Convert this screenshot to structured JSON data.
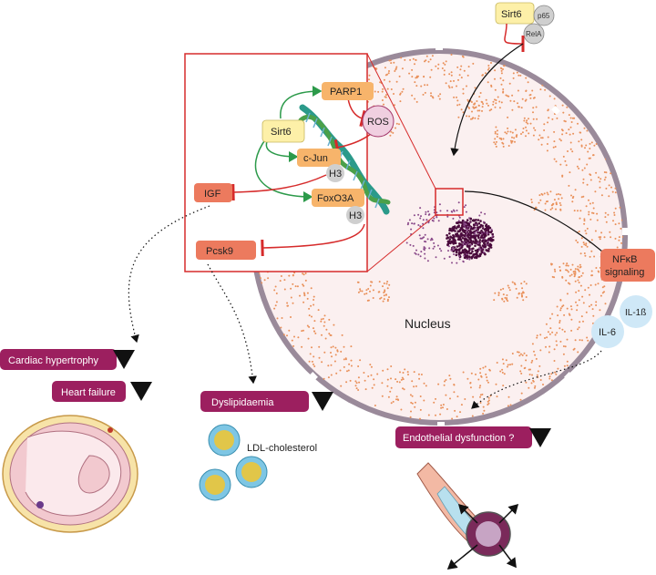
{
  "nucleus": {
    "label": "Nucleus"
  },
  "top_complex": {
    "sirt6": "Sirt6",
    "p65": "p65",
    "rela": "RelA"
  },
  "inset": {
    "sirt6": "Sirt6",
    "parp1": "PARP1",
    "ros": "ROS",
    "cjun": "c-Jun",
    "h3_top": "H3",
    "foxo3a": "FoxO3A",
    "h3_bottom": "H3"
  },
  "targets": {
    "igf": "IGF",
    "pcsk9": "Pcsk9"
  },
  "nfkb": {
    "line1": "NFκB",
    "line2": "signaling"
  },
  "cytokines": {
    "il1b": "IL-1ß",
    "il6": "IL-6"
  },
  "outcomes": {
    "cardiac_hypertrophy": "Cardiac hypertrophy",
    "heart_failure": "Heart failure",
    "dyslipidaemia": "Dyslipidaemia",
    "ldl": "LDL-cholesterol",
    "endothelial": "Endothelial dysfunction ?"
  },
  "colors": {
    "sirt6_fill": "#fdf0a8",
    "orange_box": "#f7b46b",
    "salmon_box": "#ec7a5e",
    "magenta_box": "#9c1f5f",
    "grey_circle": "#cfcfcf",
    "ros_fill": "#f0cfe0",
    "cyto_fill": "#cfe8f7",
    "inhibit_red": "#d62b2b",
    "activate_green": "#2c9a4a",
    "nucleus_fill": "#fbf0f0",
    "dots": "#e9905a",
    "chromatin": "#4a0b3c"
  }
}
